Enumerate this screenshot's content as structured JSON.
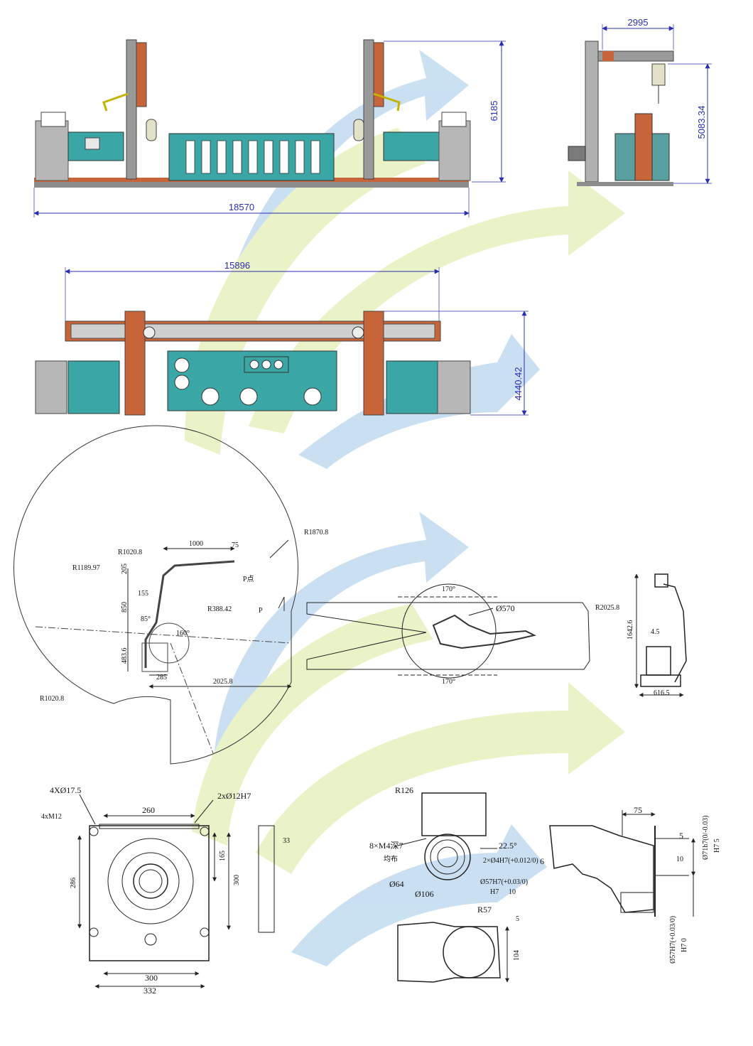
{
  "colors": {
    "machine_teal": "#3aa6a6",
    "steel_gray": "#9a9a9a",
    "rail_orange": "#c8643a",
    "dimension_blue": "#2a2fb0",
    "arrow_blue": "#9fc8e8",
    "arrow_green": "#d9e89a"
  },
  "elevation": {
    "height_dim": "6185",
    "length_dim": "18570"
  },
  "side_view": {
    "boom_dim": "2995",
    "height_dim": "5083.34"
  },
  "plan": {
    "length_dim": "15896",
    "width_dim": "4440.42"
  },
  "workspace": {
    "r_outer": "R1870.8",
    "r_1020_top": "R1020.8",
    "r_1189": "R1189.97",
    "reach_1000": "1000",
    "w_75": "75",
    "v_205": "205",
    "v_155": "155",
    "v_850": "850",
    "v_483": "483.6",
    "a_85": "85°",
    "r_388": "R388.42",
    "a_160": "160°",
    "p_label": "P",
    "p_point": "P点",
    "h_285": "285",
    "h_2025": "2025.8",
    "r_1020_bottom": "R1020.8"
  },
  "top_reach": {
    "a_top": "170°",
    "a_bottom": "170°",
    "d_570": "Ø570",
    "r_2025": "R2025.8"
  },
  "small_side": {
    "h_1642": "1642.6",
    "w_45": "4.5",
    "w_616": "616.5"
  },
  "base": {
    "holes": "4XØ17.5",
    "threads": "4xM12",
    "w_260": "260",
    "pins": "2xØ12H7",
    "d_33": "33",
    "h_165": "165",
    "h_300": "300",
    "h_286": "286",
    "w_300": "300",
    "w_332": "332"
  },
  "wrist": {
    "r_126": "R126",
    "tap": "8×M4深7",
    "even": "均布",
    "a_22": "22.5°",
    "pins": "2×Ø4H7(+0.012/0)",
    "depth_6": "6",
    "d_57": "Ø57H7(+0.03/0)",
    "h7": "H7",
    "depth_10": "10",
    "d_64": "Ø64",
    "d_106": "Ø106",
    "r_57": "R57",
    "w_5": "5",
    "h_104": "104"
  },
  "flange_section": {
    "w_75": "75",
    "w_5": "5",
    "w_10": "10",
    "d_71": "Ø71h7(0/-0.03)",
    "h7_5": "H7  5",
    "d_57": "Ø57H7(+0.03/0)",
    "h7_0": "H7  0"
  }
}
